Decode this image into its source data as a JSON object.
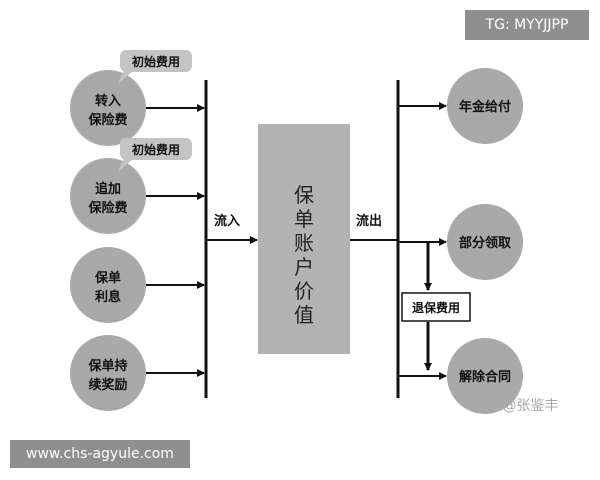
{
  "watermarks": {
    "tg": "TG: MYYJJPP",
    "site": "www.chs-agyule.com",
    "zhihu": "知乎 @张鉴丰"
  },
  "inflows": [
    {
      "line1": "转入",
      "line2": "保险费",
      "bubble": "初始费用"
    },
    {
      "line1": "追加",
      "line2": "保险费",
      "bubble": "初始费用"
    },
    {
      "line1": "保单",
      "line2": "利息",
      "bubble": ""
    },
    {
      "line1": "保单持",
      "line2": "续奖励",
      "bubble": ""
    }
  ],
  "center": {
    "label": "保单账户价值"
  },
  "flow_in": "流入",
  "flow_out": "流出",
  "outflows": [
    {
      "label": "年金给付"
    },
    {
      "label": "部分领取"
    },
    {
      "label": "解除合同"
    }
  ],
  "fee_box": "退保费用",
  "colors": {
    "circle": "#a9a9a9",
    "center_box": "#b3b3b3",
    "bubble": "#c4c4c4",
    "line": "#111111"
  }
}
